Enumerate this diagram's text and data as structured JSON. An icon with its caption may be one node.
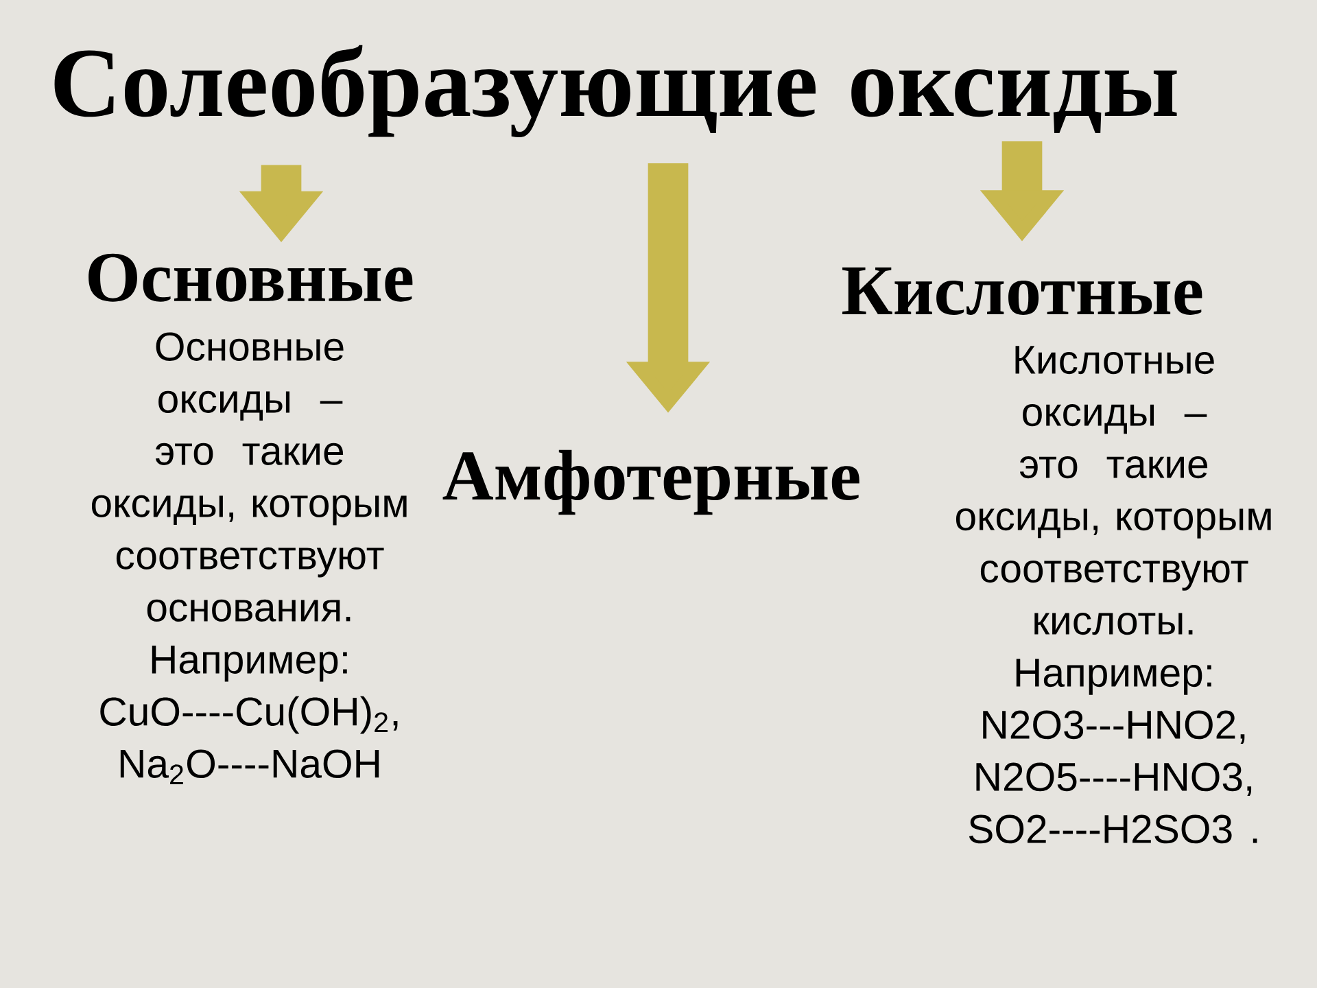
{
  "diagram": {
    "nodes": [
      {
        "text": [
          "Солеобразующие оксиды"
        ]
      },
      {
        "text": [
          "Основные",
          "Основные оксиды – это такие оксиды, которым соответствуют основания. Например: CuO----Cu(OH)$_{2}$, Na$_{2}$O----NaOH"
        ]
      },
      {
        "text": [
          "Амфотерные"
        ]
      },
      {
        "text": [
          "Кислотные",
          "Кислотные оксиды – это такие оксиды, которым соответствуют кислоты. Например: N2O3---HNO2, N2O5----HNO3, SO2----H2SO3 ."
        ]
      }
    ],
    "edges": [
      {
        "from": 0,
        "to": 1,
        "arrow": "to"
      },
      {
        "from": 0,
        "to": 2,
        "arrow": "to"
      },
      {
        "from": 0,
        "to": 3,
        "arrow": "to"
      }
    ]
  }
}
